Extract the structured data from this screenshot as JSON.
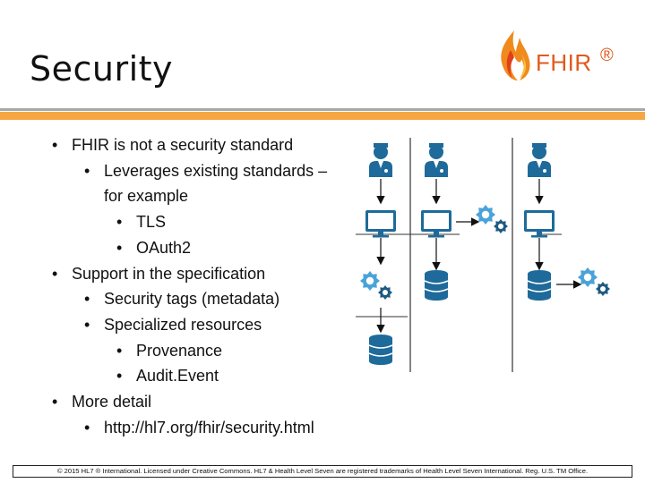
{
  "slide": {
    "title": "Security",
    "logo_text": "FHIR",
    "logo_reg": "®"
  },
  "bullets": [
    {
      "level": 1,
      "text": "FHIR is not a security standard"
    },
    {
      "level": 2,
      "text": "Leverages existing standards –"
    },
    {
      "level": 2,
      "text": "for example",
      "continuation": true
    },
    {
      "level": 3,
      "text": "TLS"
    },
    {
      "level": 3,
      "text": "OAuth2"
    },
    {
      "level": 1,
      "text": "Support in the specification"
    },
    {
      "level": 2,
      "text": "Security tags (metadata)"
    },
    {
      "level": 2,
      "text": "Specialized resources"
    },
    {
      "level": 3,
      "text": "Provenance"
    },
    {
      "level": 3,
      "text": "Audit.Event"
    },
    {
      "level": 1,
      "text": "More detail"
    },
    {
      "level": 2,
      "text": "http://hl7.org/fhir/security.html"
    }
  ],
  "bullet_glyph": "•",
  "footer": {
    "text": "© 2015 HL7 ® International. Licensed under Creative Commons. HL7 & Health Level Seven are registered trademarks of Health Level Seven International. Reg. U.S. TM Office."
  },
  "colors": {
    "accent_orange": "#f5a742",
    "logo_orange": "#e05a1c",
    "icon_blue": "#1e6a9a",
    "gear_blue": "#4aa3d8"
  }
}
